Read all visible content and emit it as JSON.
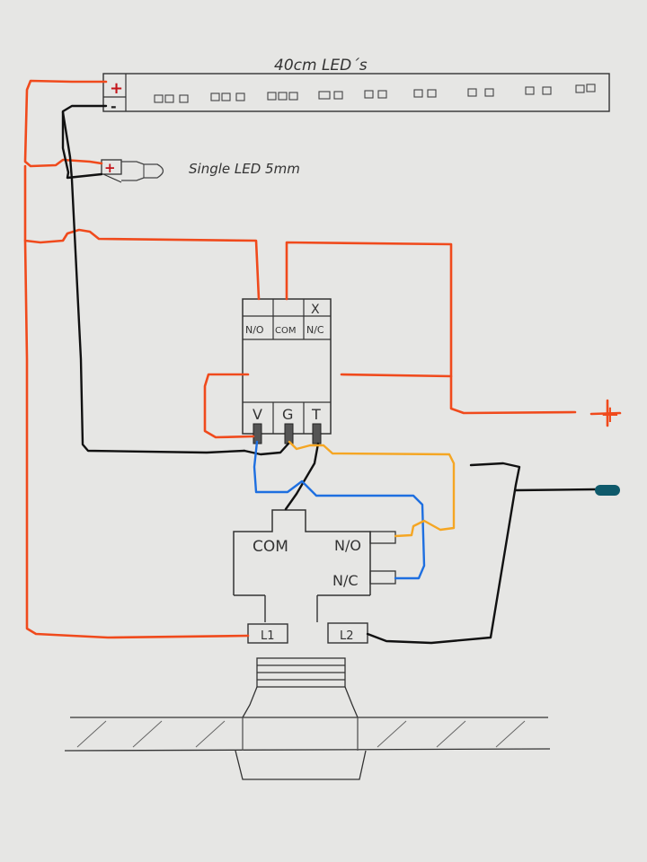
{
  "title": "40cm LED´s",
  "single_led_label": "Single LED 5mm",
  "strip": {
    "plus_label": "+",
    "minus_label": "-"
  },
  "relay_module": {
    "x_label": "X",
    "contact_labels": [
      "N/O",
      "COM",
      "N/C"
    ],
    "pin_labels": [
      "V",
      "G",
      "T"
    ]
  },
  "switch_module": {
    "com_label": "COM",
    "no_label": "N/O",
    "nc_label": "N/C",
    "l1_label": "L1",
    "l2_label": "L2"
  },
  "supply": {
    "plus_label": "+",
    "minus_label": "-"
  },
  "colors": {
    "paper": "#e6e6e4",
    "ink": "#333333",
    "red_wire": "#f04a1c",
    "black_wire": "#111111",
    "blue_wire": "#1e6fe0",
    "orange_wire": "#f5a623",
    "teal_terminal": "#0f5a6b"
  }
}
